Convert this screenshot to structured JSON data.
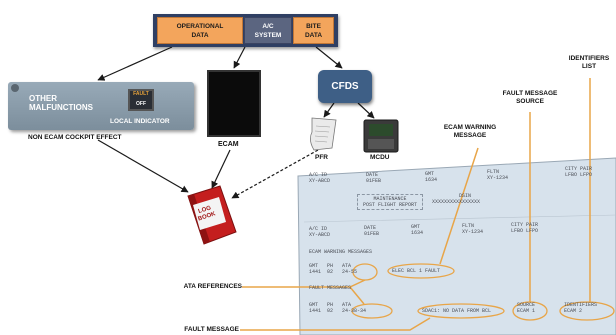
{
  "sources": {
    "operational_data": "OPERATIONAL\nDATA",
    "system_data": "A/C\nSYSTEM",
    "bite_data": "BITE\nDATA"
  },
  "cockpit": {
    "other_malfunctions": "OTHER\nMALFUNCTIONS",
    "fault_label": "FAULT",
    "off_label": "OFF",
    "local_indicator": "LOCAL INDICATOR",
    "non_ecam_label": "NON ECAM COCKPIT EFFECT"
  },
  "ecam_label": "ECAM",
  "cfds_label": "CFDS",
  "pfr_label": "PFR",
  "mcdu_label": "MCDU",
  "logbook_label": "LOG\nBOOK",
  "report": {
    "row1": {
      "ac_id_h": "A/C ID",
      "ac_id": "XY-ABCD",
      "date_h": "DATE",
      "date": "01FEB",
      "gmt_h": "GMT",
      "gmt": "1634",
      "fltn_h": "FLTN",
      "fltn": "XY-1234",
      "city_h": "CITY PAIR",
      "city": "LFBO LFPO"
    },
    "maint_title": "MAINTENANCE\nPOST FLIGHT REPORT",
    "dsin_h": "DSIN",
    "dsin": "XXXXXXXXXXXXXXXX",
    "row2": {
      "ac_id_h": "A/C ID",
      "ac_id": "XY-ABCD",
      "date_h": "DATE",
      "date": "01FEB",
      "gmt_h": "GMT",
      "gmt": "1634",
      "fltn_h": "FLTN",
      "fltn": "XY-1234",
      "city_h": "CITY PAIR",
      "city": "LFBO LFPO"
    },
    "ecam_section": "ECAM WARNING MESSAGES",
    "ecam_cols": "GMT   PH   ATA",
    "ecam_vals": "1441  02   24-55",
    "ecam_msg": "ELEC BCL 1 FAULT",
    "fault_section": "FAULT MESSAGES",
    "fault_cols": "GMT   PH   ATA",
    "fault_vals": "1441  02   24-38-34",
    "fault_msg": "SDAC1: NO DATA FROM BCL",
    "source_h": "SOURCE",
    "source_v": "ECAM 1",
    "ident_h": "IDENTIFIERS",
    "ident_v": "ECAM 2"
  },
  "callouts": {
    "identifiers_list": "IDENTIFIERS\nLIST",
    "fault_message_source": "FAULT MESSAGE\nSOURCE",
    "ecam_warning_message": "ECAM WARNING\nMESSAGE",
    "ata_references": "ATA REFERENCES",
    "fault_message": "FAULT MESSAGE"
  },
  "colors": {
    "source_orange": "#f3a55c",
    "source_frame": "#2f3f63",
    "cfds_blue": "#3e5f86",
    "callout_orange": "#e8a548",
    "logbook_red": "#c41e1e",
    "report_bg": "#d7e2ec"
  }
}
